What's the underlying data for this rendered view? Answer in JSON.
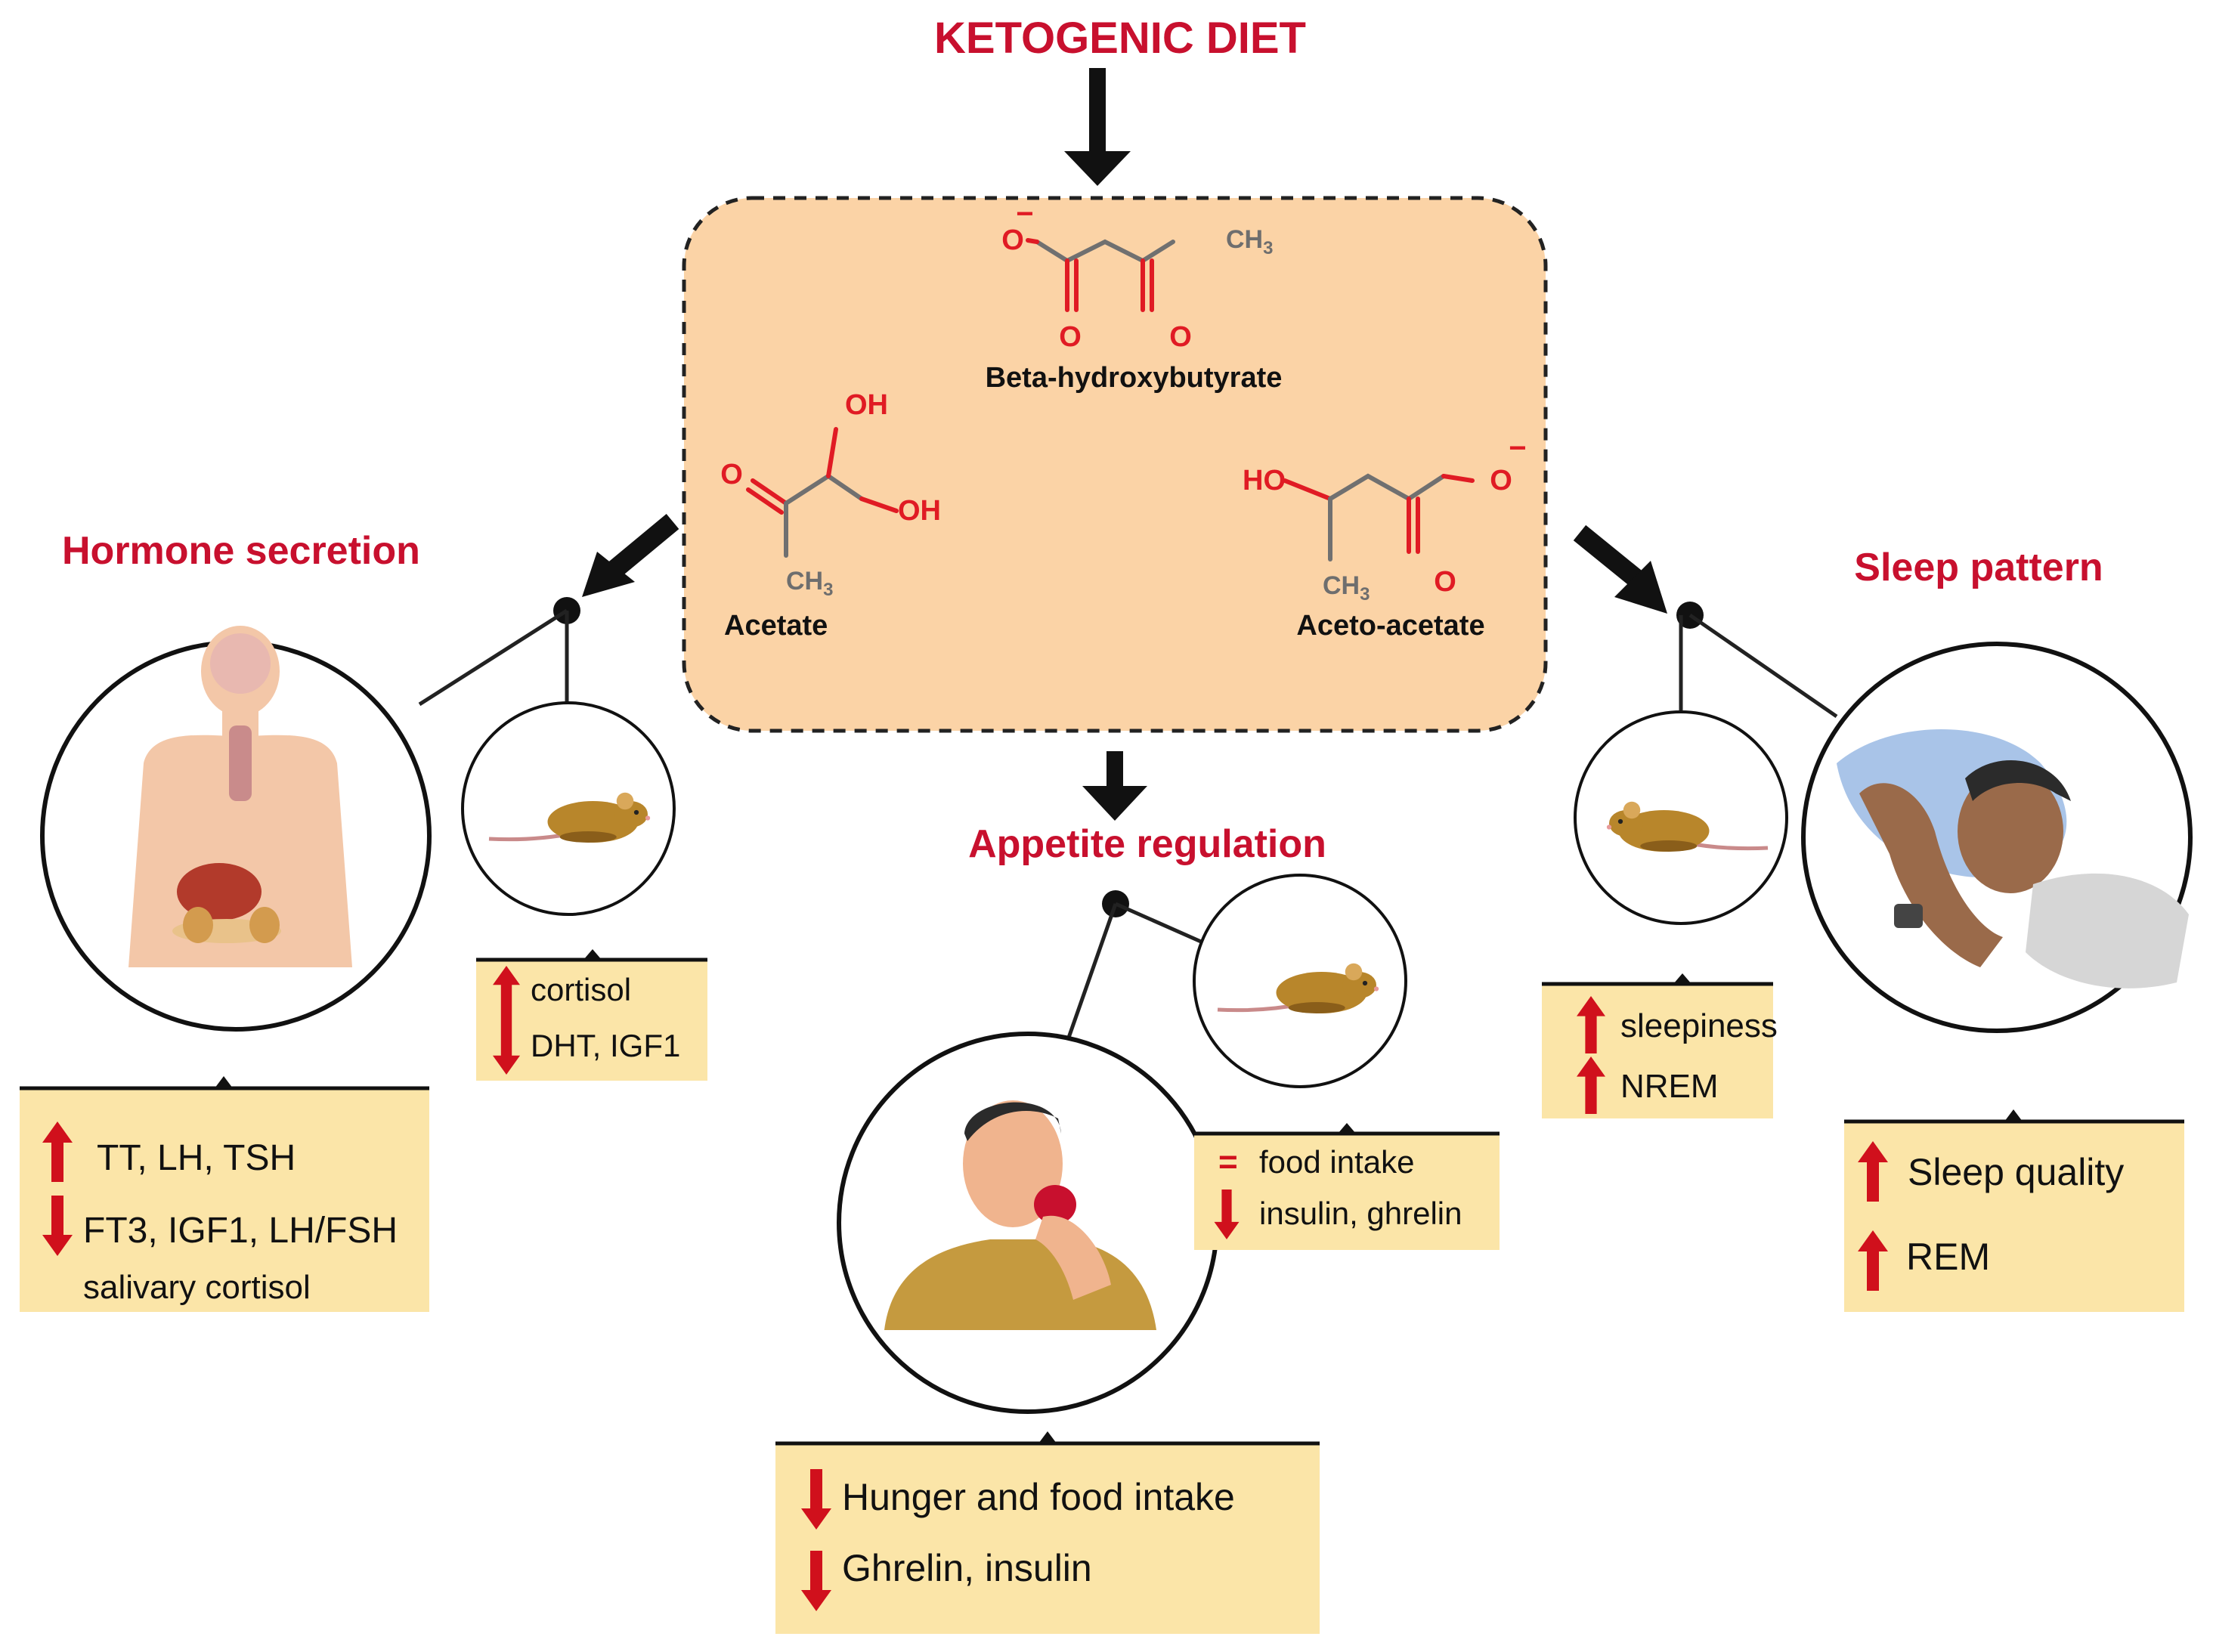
{
  "title": "KETOGENIC DIET",
  "molecules": {
    "bhb_name": "Beta-hydroxybutyrate",
    "acetate_name": "Acetate",
    "acetoacetate_name": "Aceto-acetate",
    "labels": {
      "o_minus": "O",
      "minus": "−",
      "o": "O",
      "oh": "OH",
      "ho": "HO",
      "ch3": "CH",
      "sub3": "3"
    }
  },
  "sections": {
    "hormone": {
      "title": "Hormone secretion",
      "mouse_box": {
        "up": "cortisol",
        "down": "DHT, IGF1"
      },
      "human_box": {
        "up": "TT, LH, TSH",
        "down": "FT3, IGF1, LH/FSH",
        "down2": "salivary cortisol"
      }
    },
    "appetite": {
      "title": "Appetite regulation",
      "mouse_box": {
        "equal_symbol": "=",
        "equal": "food intake",
        "down": "insulin, ghrelin"
      },
      "human_box": {
        "down1": "Hunger and food intake",
        "down2": "Ghrelin, insulin"
      }
    },
    "sleep": {
      "title": "Sleep pattern",
      "mouse_box": {
        "up1": "sleepiness",
        "up2": "NREM"
      },
      "human_box": {
        "up1": "Sleep quality",
        "up2": "REM"
      }
    }
  },
  "colors": {
    "title_red": "#c8102e",
    "arrow_red": "#d0101c",
    "box_fill": "#fbe5a8",
    "center_fill": "#fbd3a6"
  }
}
